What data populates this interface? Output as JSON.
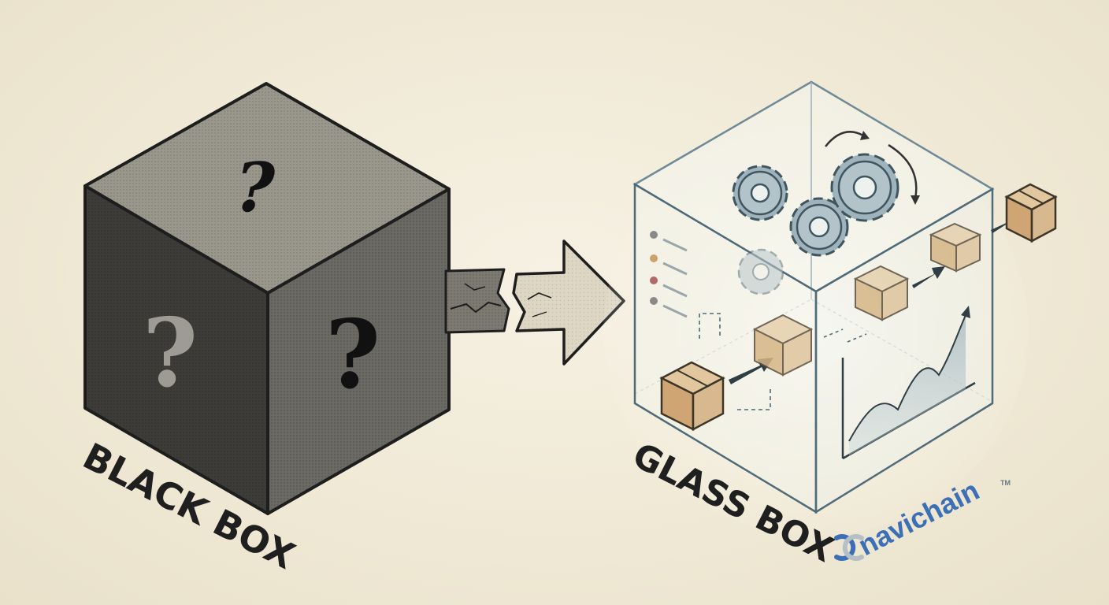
{
  "black_box": {
    "label": "BLACK BOX",
    "question_mark": "?"
  },
  "glass_box": {
    "label": "GLASS BOX"
  },
  "brand": {
    "name": "navichain",
    "trademark": "TM",
    "color": "#3b6fb6"
  },
  "colors": {
    "background": "#f2ecdb",
    "black_box_top": "#9a978d",
    "black_box_left": "#3d3c39",
    "black_box_right": "#6b6963",
    "outline": "#1e1e1e",
    "gear": "#9fb3bc",
    "parcel": "#d8b88e",
    "accent_blue": "#3b6fb6"
  },
  "icons": [
    "question-mark-icon",
    "arrow-icon",
    "gear-icon",
    "parcel-box-icon",
    "line-chart-icon",
    "chain-link-logo-icon"
  ]
}
